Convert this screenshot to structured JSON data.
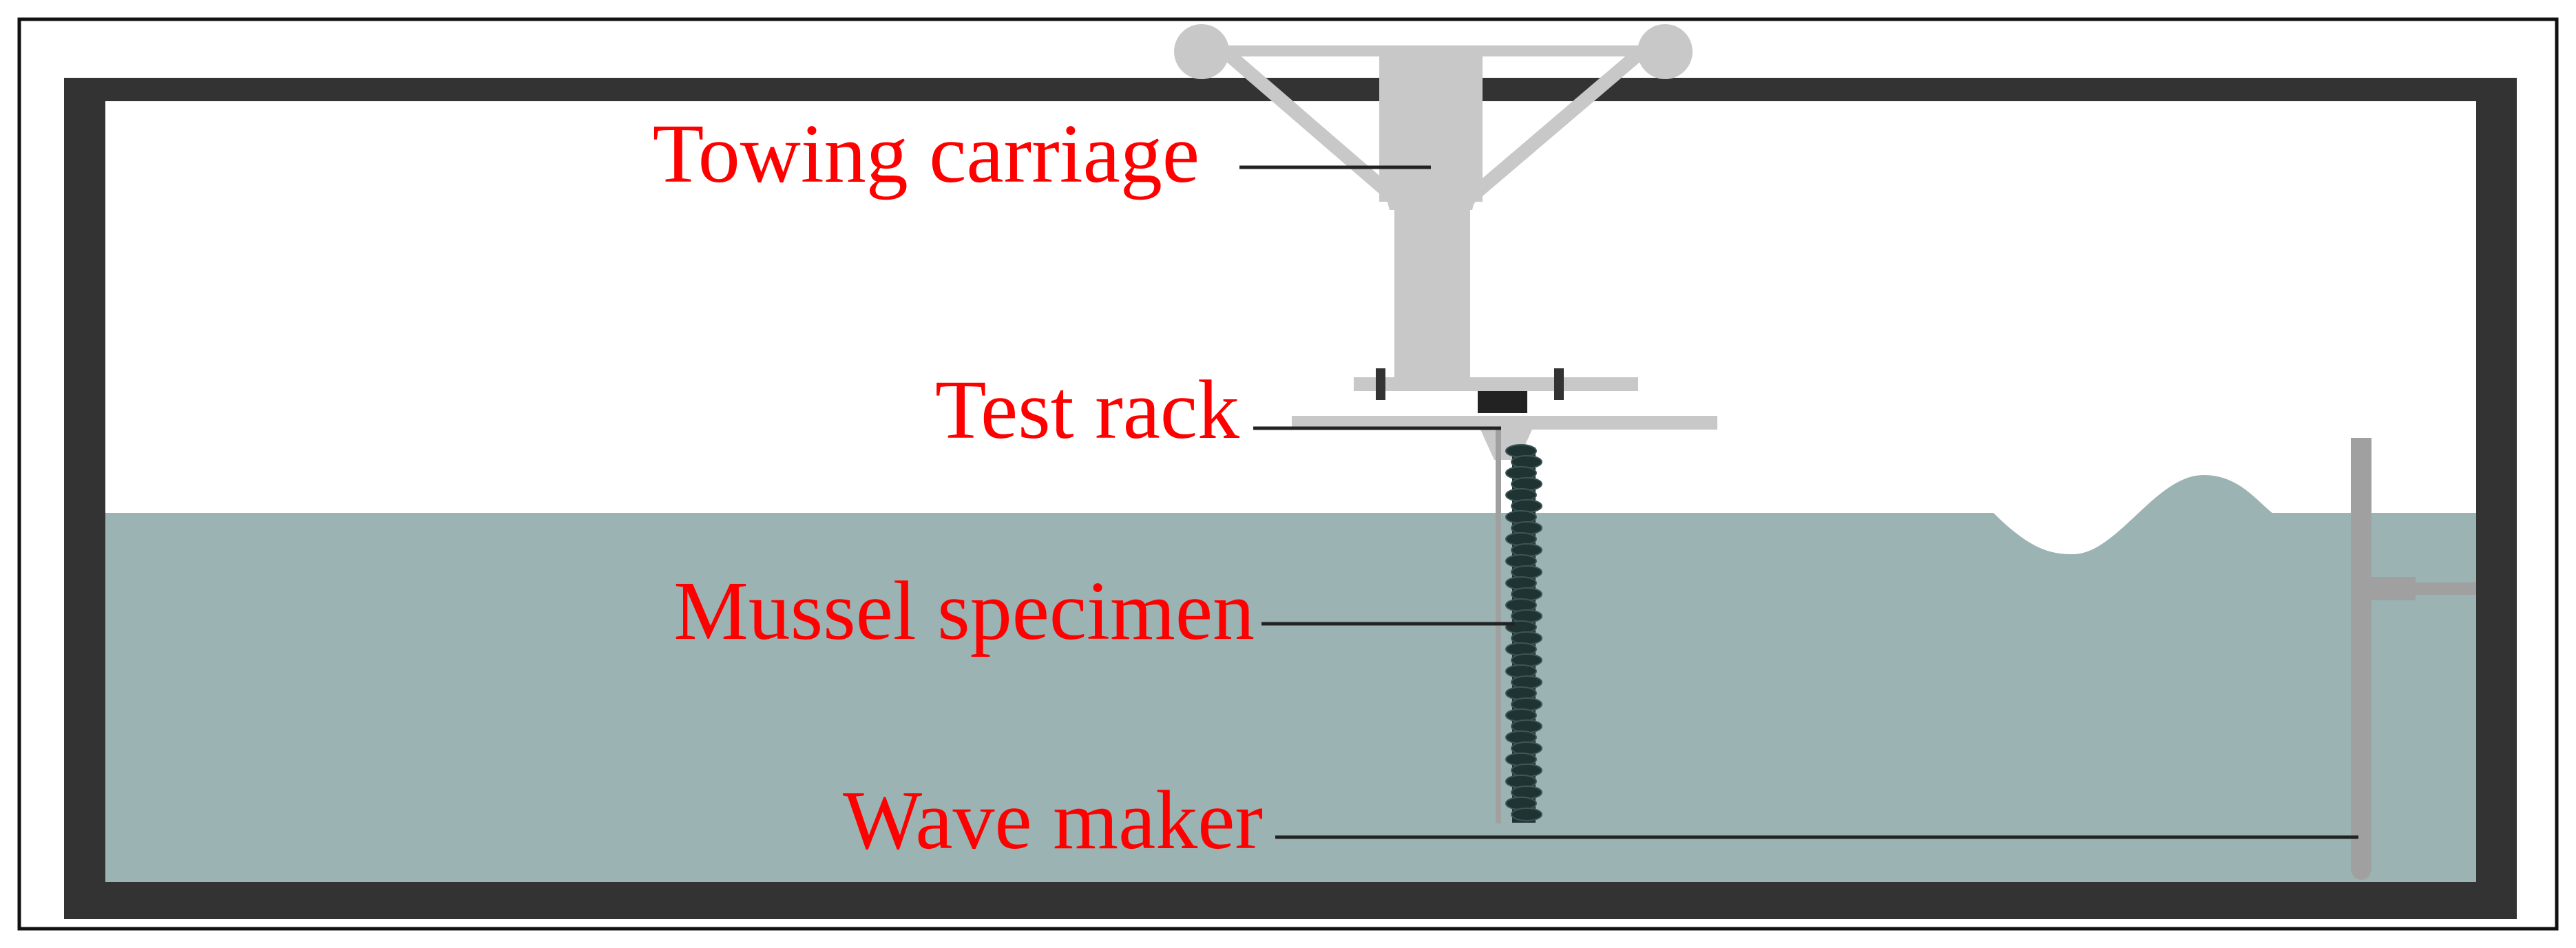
{
  "labels": {
    "towing_carriage": "Towing carriage",
    "test_rack": "Test rack",
    "mussel_specimen": "Mussel specimen",
    "wave_maker": "Wave maker"
  },
  "colors": {
    "label_text": "#ff0000",
    "tank_wall": "#333333",
    "water": "#9bb3b2",
    "carriage": "#c8c8c8",
    "wave_maker": "#a0a0a0",
    "mussel": "#1f3333",
    "leader_line": "#222222"
  }
}
